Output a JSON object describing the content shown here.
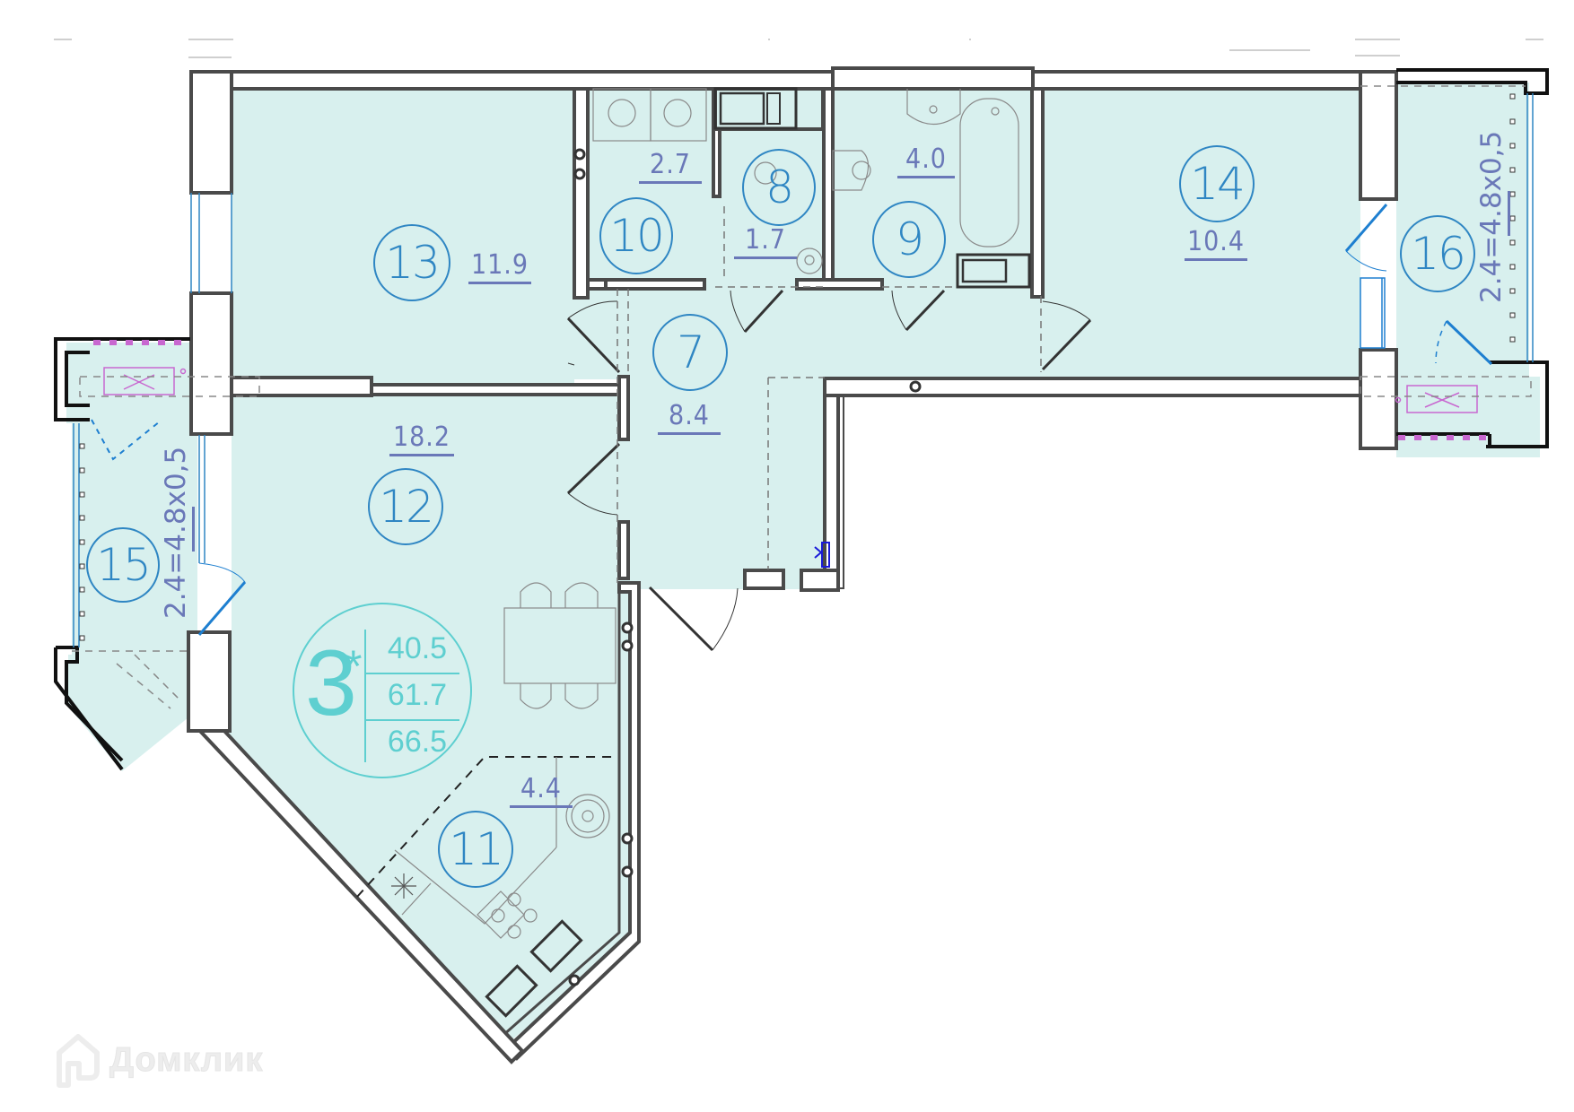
{
  "plan": {
    "title": "Floor plan",
    "colors": {
      "floor_fill": "#d8f0ee",
      "wall_stroke": "#4a4a4a",
      "room_number": "#2f86c3",
      "area_text": "#6a78b8",
      "legend": "#5ecfd0",
      "door_balcony": "#1e7fd0",
      "vent_pink": "#c868d0"
    },
    "summary": {
      "rooms": "3",
      "rooms_marker": "*",
      "living_area": "40.5",
      "total_area": "61.7",
      "total_area_with_balconies": "66.5"
    },
    "rooms": [
      {
        "id": "7",
        "area": "8.4"
      },
      {
        "id": "8",
        "area": "1.7"
      },
      {
        "id": "9",
        "area": "4.0"
      },
      {
        "id": "10",
        "area": "2.7"
      },
      {
        "id": "11",
        "area": "4.4"
      },
      {
        "id": "12",
        "area": "18.2"
      },
      {
        "id": "13",
        "area": "11.9"
      },
      {
        "id": "14",
        "area": "10.4"
      },
      {
        "id": "15",
        "area": "2.4=4.8x0,5"
      },
      {
        "id": "16",
        "area": "2.4=4.8x0,5"
      }
    ],
    "balcony_dims": {
      "b15": {
        "prefix": "2.4=",
        "underlined": "4.8",
        "suffix": "x0,5"
      },
      "b16": {
        "prefix": "2.4=",
        "underlined": "4.8",
        "suffix": "x0,5"
      }
    }
  },
  "watermark": {
    "text": "Домклик",
    "icon": "house-logo-icon"
  }
}
